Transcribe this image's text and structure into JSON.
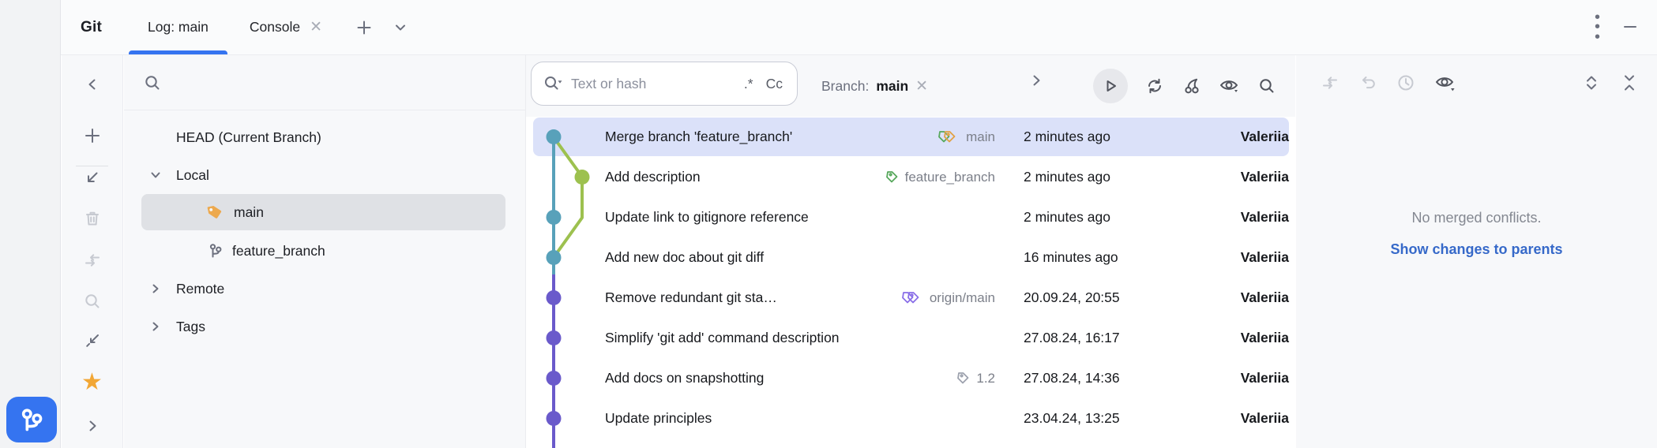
{
  "header": {
    "app_title": "Git",
    "tabs": [
      {
        "label": "Log: main",
        "active": true
      },
      {
        "label": "Console",
        "active": false
      }
    ]
  },
  "branches_panel": {
    "head_item": "HEAD (Current Branch)",
    "local_group": "Local",
    "local_children": [
      {
        "label": "main",
        "selected": true,
        "icon": "tag-icon"
      },
      {
        "label": "feature_branch",
        "selected": false,
        "icon": "branch-icon"
      }
    ],
    "remote_group": "Remote",
    "tags_group": "Tags"
  },
  "log_panel": {
    "search": {
      "placeholder": "Text or hash",
      "regex_toggle": ".*",
      "match_case_toggle": "Cc"
    },
    "branch_filter": {
      "label": "Branch:",
      "value": "main"
    },
    "commits": [
      {
        "subject": "Merge branch 'feature_branch'",
        "refs": [
          {
            "label": "main",
            "style": "double-green-yellow"
          }
        ],
        "date": "2 minutes ago",
        "author": "Valeriia",
        "node": "teal"
      },
      {
        "subject": "Add description",
        "refs": [
          {
            "label": "feature_branch",
            "style": "single-green"
          }
        ],
        "date": "2 minutes ago",
        "author": "Valeriia",
        "node": "green"
      },
      {
        "subject": "Update link to gitignore reference",
        "refs": [],
        "date": "2 minutes ago",
        "author": "Valeriia",
        "node": "teal"
      },
      {
        "subject": "Add new doc about git diff",
        "refs": [],
        "date": "16 minutes ago",
        "author": "Valeriia",
        "node": "teal"
      },
      {
        "subject": "Remove redundant git sta…",
        "refs": [
          {
            "label": "origin/main",
            "style": "double-purple"
          }
        ],
        "date": "20.09.24, 20:55",
        "author": "Valeriia",
        "node": "purple"
      },
      {
        "subject": "Simplify 'git add' command description",
        "refs": [],
        "date": "27.08.24, 16:17",
        "author": "Valeriia",
        "node": "purple"
      },
      {
        "subject": "Add docs on snapshotting",
        "refs": [
          {
            "label": "1.2",
            "style": "single-gray"
          }
        ],
        "date": "27.08.24, 14:36",
        "author": "Valeriia",
        "node": "purple"
      },
      {
        "subject": "Update principles",
        "refs": [],
        "date": "23.04.24, 13:25",
        "author": "Valeriia",
        "node": "purple"
      }
    ]
  },
  "details_panel": {
    "status_text": "No merged conflicts.",
    "link_text": "Show changes to parents"
  },
  "icons": [
    "more-options-icon",
    "minimize-icon",
    "close-icon",
    "add-tab-icon",
    "tab-dropdown-icon",
    "git-branch-logo-icon",
    "hide-panel-icon",
    "plus-icon",
    "commit-arrow-icon",
    "trash-icon",
    "update-arrows-icon",
    "search-icon",
    "compare-branches-icon",
    "favorite-star-icon",
    "expand-panel-icon",
    "speed-search-icon",
    "search-with-history-icon",
    "regex-toggle",
    "match-case-toggle",
    "go-to-hash-icon",
    "play-icon",
    "refresh-icon",
    "cherry-pick-icon",
    "eye-icon",
    "swap-arrows-icon",
    "undo-icon",
    "clock-icon",
    "expand-all-icon",
    "collapse-all-icon",
    "tag-icon",
    "branch-icon"
  ],
  "colors": {
    "accent_blue": "#3574F0",
    "selection_row_bg": "#DBE1F9",
    "tree_selection_bg": "#DFE1E5",
    "graph_teal": "#58A1BA",
    "graph_green": "#9DC14F",
    "graph_purple": "#6A5ACB",
    "tag_yellow": "#E2A144",
    "tag_green": "#57A85C",
    "tag_purple": "#8A6FE8",
    "tag_gray": "#9DA2AE",
    "tree_tag_fill": "#EDA94E",
    "star_orange": "#F2A735",
    "link_blue": "#3669C9"
  }
}
